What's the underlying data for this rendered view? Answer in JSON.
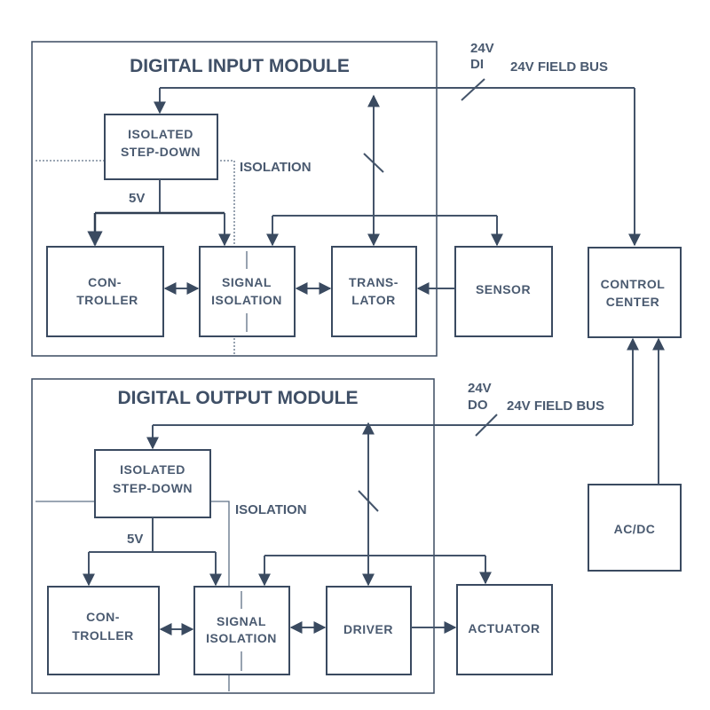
{
  "input_module": {
    "title": "DIGITAL INPUT  MODULE",
    "stepdown": [
      "ISOLATED",
      "STEP-DOWN"
    ],
    "isolation_label": "ISOLATION",
    "v5_label": "5V",
    "controller": [
      "CON-",
      "TROLLER"
    ],
    "signal_isolation": [
      "SIGNAL",
      "ISOLATION"
    ],
    "translator": [
      "TRANS-",
      "LATOR"
    ],
    "sensor": "SENSOR"
  },
  "output_module": {
    "title": "DIGITAL OUTPUT  MODULE",
    "stepdown": [
      "ISOLATED",
      "STEP-DOWN"
    ],
    "isolation_label": "ISOLATION",
    "v5_label": "5V",
    "controller": [
      "CON-",
      "TROLLER"
    ],
    "signal_isolation": [
      "SIGNAL",
      "ISOLATION"
    ],
    "driver": "DRIVER",
    "actuator": "ACTUATOR"
  },
  "control_center": [
    "CONTROL",
    "CENTER"
  ],
  "acdc": "AC/DC",
  "di_bus": {
    "voltage": "24V",
    "type": "DI",
    "label": "24V FIELD BUS"
  },
  "do_bus": {
    "voltage": "24V",
    "type": "DO",
    "label": "24V FIELD BUS"
  }
}
